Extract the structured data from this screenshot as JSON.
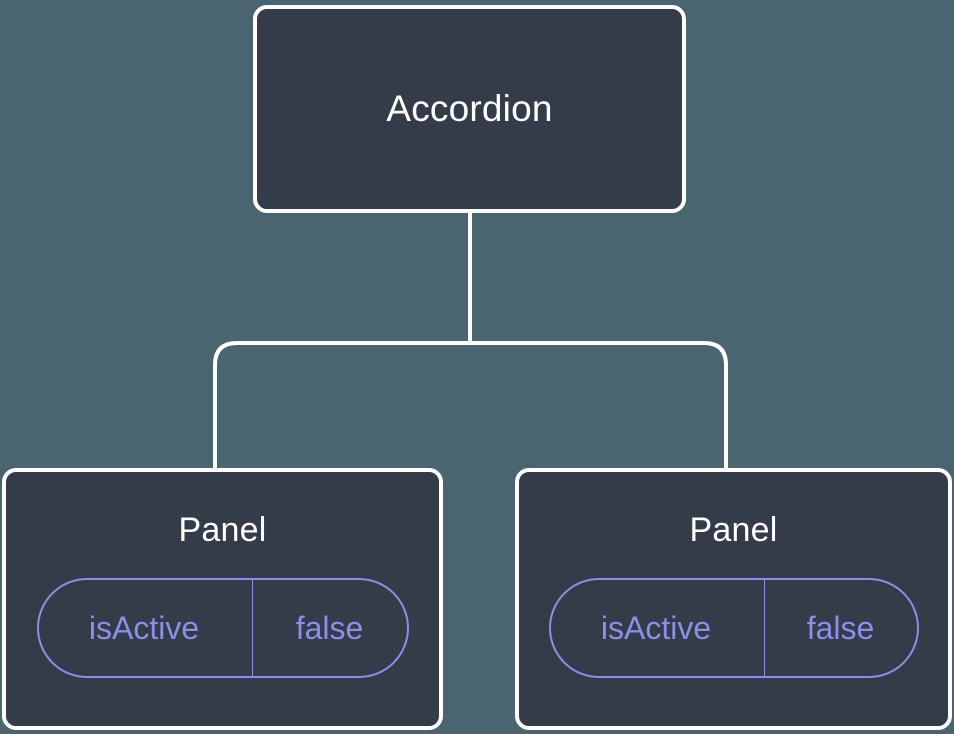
{
  "diagram": {
    "type": "component-tree",
    "background_color": "#4a6570",
    "node_fill_color": "#343b49",
    "node_border_color": "#ffffff",
    "connector_color": "#ffffff",
    "prop_accent_color": "#8b8fe8",
    "root": {
      "label": "Accordion"
    },
    "children": [
      {
        "label": "Panel",
        "prop": {
          "key": "isActive",
          "value": "false"
        }
      },
      {
        "label": "Panel",
        "prop": {
          "key": "isActive",
          "value": "false"
        }
      }
    ]
  }
}
